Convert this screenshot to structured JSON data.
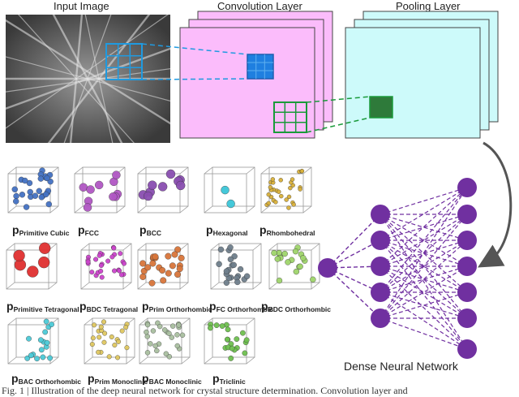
{
  "titles": {
    "input": "Input Image",
    "conv": "Convolution Layer",
    "pool": "Pooling Layer",
    "dense": "Dense Neural Network"
  },
  "crystals": [
    {
      "p": "p",
      "sub": "Primitive Cubic",
      "color": "#4472c4"
    },
    {
      "p": "p",
      "sub": "FCC",
      "color": "#b057c4"
    },
    {
      "p": "p",
      "sub": "BCC",
      "color": "#8a4fb0"
    },
    {
      "p": "p",
      "sub": "Hexagonal",
      "color": "#3cc6d8"
    },
    {
      "p": "p",
      "sub": "Rhombohedral",
      "color": "#d9b03a"
    },
    {
      "p": "p",
      "sub": "Primitive Tetragonal",
      "color": "#e03030"
    },
    {
      "p": "p",
      "sub": "BDC Tetragonal",
      "color": "#cc44cc"
    },
    {
      "p": "p",
      "sub": "Prim Orthorhombic",
      "color": "#d9763a"
    },
    {
      "p": "p",
      "sub": "FC Orthorhombic",
      "color": "#6f7f8c"
    },
    {
      "p": "p",
      "sub": "BDC Orthorhombic",
      "color": "#9fd46b"
    },
    {
      "p": "p",
      "sub": "BAC Orthorhombic",
      "color": "#4ccbd8"
    },
    {
      "p": "p",
      "sub": "Prim Monoclinic",
      "color": "#e0c860"
    },
    {
      "p": "p",
      "sub": "BAC Monoclinic",
      "color": "#a9bfa0"
    },
    {
      "p": "p",
      "sub": "Triclinic",
      "color": "#6fc050"
    }
  ],
  "caption": "Fig. 1 | Illustration of the deep neural network for crystal structure determination. Convolution layer and",
  "colors": {
    "conv": "#fbbcfb",
    "pool": "#cdfafa",
    "node": "#7030a0",
    "edge": "#7030a0",
    "kernel_blue": "#1f7fe0",
    "kernel_green": "#2a9a4a"
  }
}
